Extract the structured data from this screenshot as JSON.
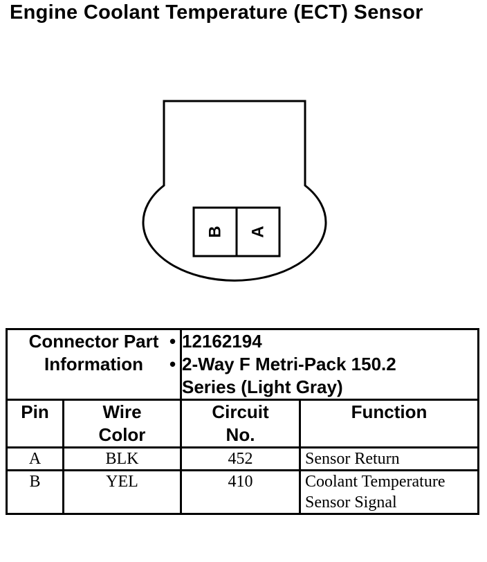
{
  "title": "Engine Coolant Temperature (ECT) Sensor",
  "connector": {
    "pins": [
      "B",
      "A"
    ]
  },
  "part_info": {
    "label_line1": "Connector Part",
    "label_line2": "Information",
    "items": [
      "12162194",
      "2-Way F Metri-Pack 150.2 Series (Light Gray)"
    ],
    "bullet": "•"
  },
  "columns": {
    "pin": "Pin",
    "wire_line1": "Wire",
    "wire_line2": "Color",
    "circuit_line1": "Circuit",
    "circuit_line2": "No.",
    "function": "Function"
  },
  "rows": [
    {
      "pin": "A",
      "wire": "BLK",
      "circuit": "452",
      "function_line1": "Sensor Return",
      "function_line2": ""
    },
    {
      "pin": "B",
      "wire": "YEL",
      "circuit": "410",
      "function_line1": "Coolant Temperature",
      "function_line2": "Sensor Signal"
    }
  ]
}
